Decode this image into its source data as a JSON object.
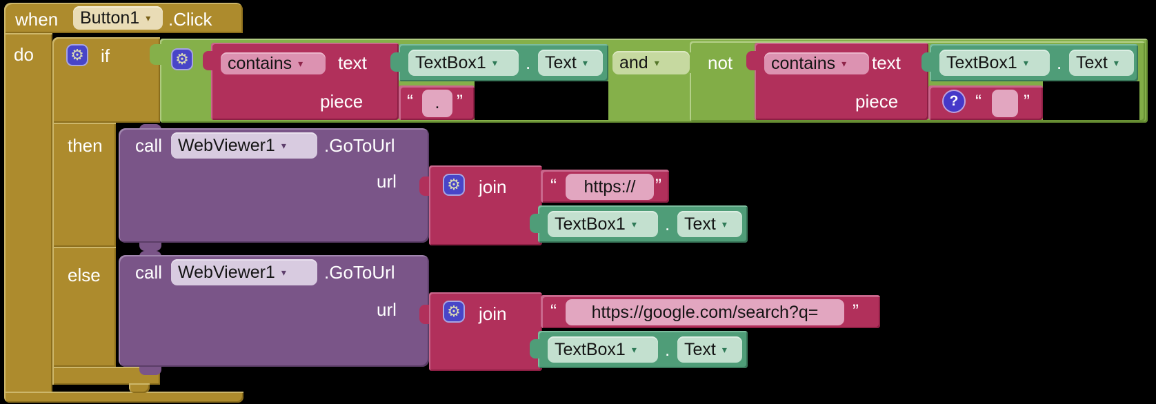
{
  "editor": {
    "name": "blocks-editor",
    "canvas_color": "#000000"
  },
  "colors": {
    "control_gold": "#AD8B2D",
    "logic_green": "#85B04A",
    "text_crimson": "#B1305B",
    "component_teal": "#4F9D78",
    "method_purple": "#7A5588",
    "mutator_indigo": "#4845C8",
    "field_gold": "#E9DCB6",
    "field_pink": "#DC92B1",
    "field_string": "#E2A6C0",
    "field_teal": "#C3E0CF",
    "field_purple": "#D8CBE0",
    "field_green": "#C6D9A0"
  },
  "punct": {
    "open_quote": "“",
    "close_quote": "”",
    "dot": "."
  },
  "icons": {
    "gear": "⚙",
    "dropdown": "▾",
    "help": "?"
  },
  "when_block": {
    "keyword": "when",
    "component": "Button1",
    "event": ".Click",
    "do_label": "do"
  },
  "if_block": {
    "if_label": "if",
    "then_label": "then",
    "else_label": "else"
  },
  "condition": {
    "and_operator": "and",
    "not_operator": "not"
  },
  "contains_first": {
    "operator": "contains",
    "text_param": "text",
    "piece_param": "piece",
    "piece_value": "."
  },
  "contains_second": {
    "operator": "contains",
    "text_param": "text",
    "piece_param": "piece",
    "piece_value": ""
  },
  "textbox_getter": {
    "component": "TextBox1",
    "property": "Text"
  },
  "then_branch": {
    "call_label": "call",
    "component": "WebViewer1",
    "method": ".GoToUrl",
    "url_param": "url",
    "join_label": "join",
    "string_value": "https://"
  },
  "else_branch": {
    "call_label": "call",
    "component": "WebViewer1",
    "method": ".GoToUrl",
    "url_param": "url",
    "join_label": "join",
    "string_value": "https://google.com/search?q="
  }
}
